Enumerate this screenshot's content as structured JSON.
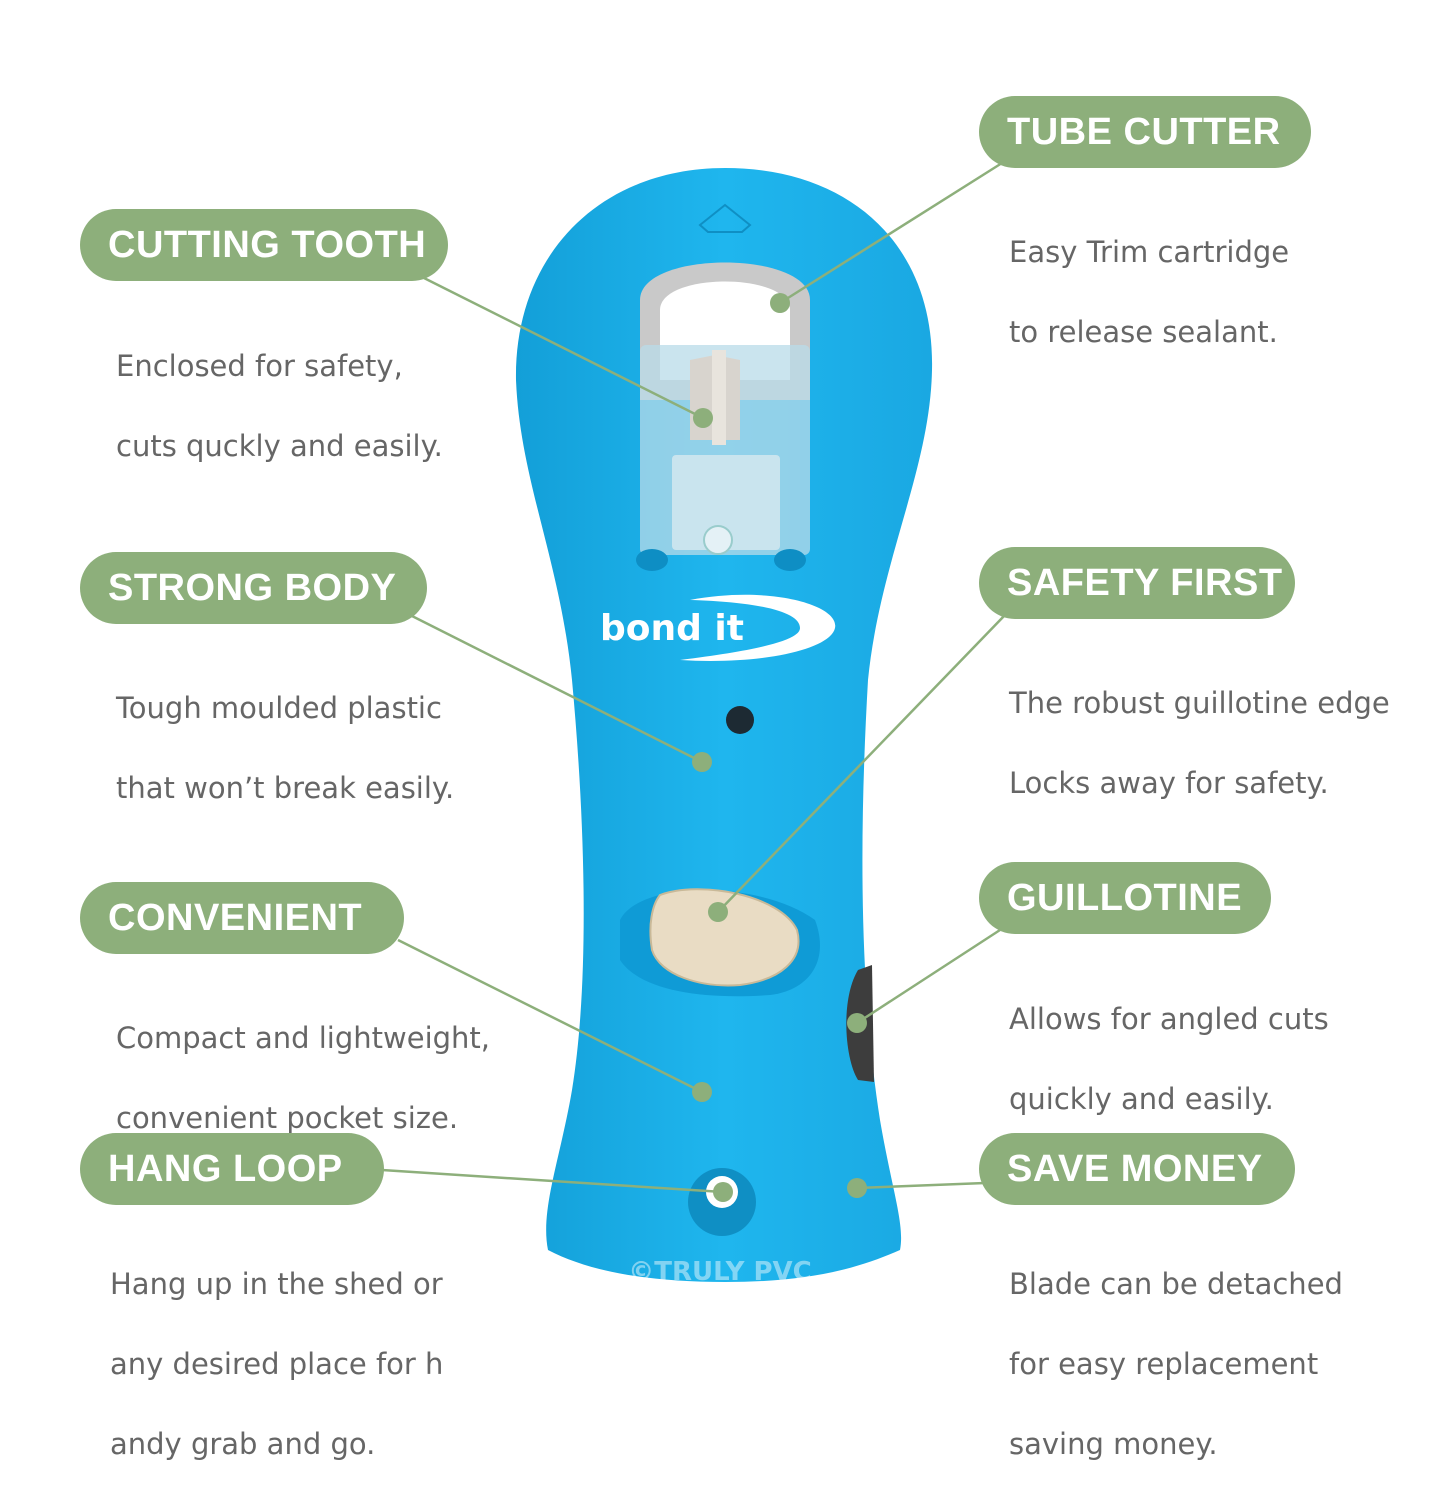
{
  "features": {
    "cutting_tooth": {
      "title": "CUTTING TOOTH",
      "lines": [
        "Enclosed for safety,",
        "cuts quckly and easily."
      ]
    },
    "strong_body": {
      "title": "STRONG BODY",
      "lines": [
        "Tough moulded plastic",
        "that won’t  break easily."
      ]
    },
    "convenient": {
      "title": "CONVENIENT",
      "lines": [
        "Compact and lightweight,",
        "convenient pocket size."
      ]
    },
    "hang_loop": {
      "title": "HANG LOOP",
      "lines": [
        "Hang up in the shed or",
        "any desired place for h",
        "andy grab and go."
      ]
    },
    "tube_cutter": {
      "title": "TUBE CUTTER",
      "lines": [
        "Easy Trim cartridge",
        "to release sealant."
      ]
    },
    "safety_first": {
      "title": "SAFETY FIRST",
      "lines": [
        "The robust guillotine edge",
        "Locks away for safety."
      ]
    },
    "guillotine": {
      "title": "GUILLOTINE",
      "lines": [
        "Allows for angled cuts",
        "quickly and easily."
      ]
    },
    "save_money": {
      "title": "SAVE MONEY",
      "lines": [
        "Blade can be detached",
        "for easy replacement",
        "saving money."
      ]
    }
  },
  "product": {
    "logo_text": "bond it",
    "watermark": "©TRULY PVC"
  },
  "colors": {
    "pill": "#8daf7b",
    "body": "#1cb0e8",
    "text": "#666666"
  }
}
